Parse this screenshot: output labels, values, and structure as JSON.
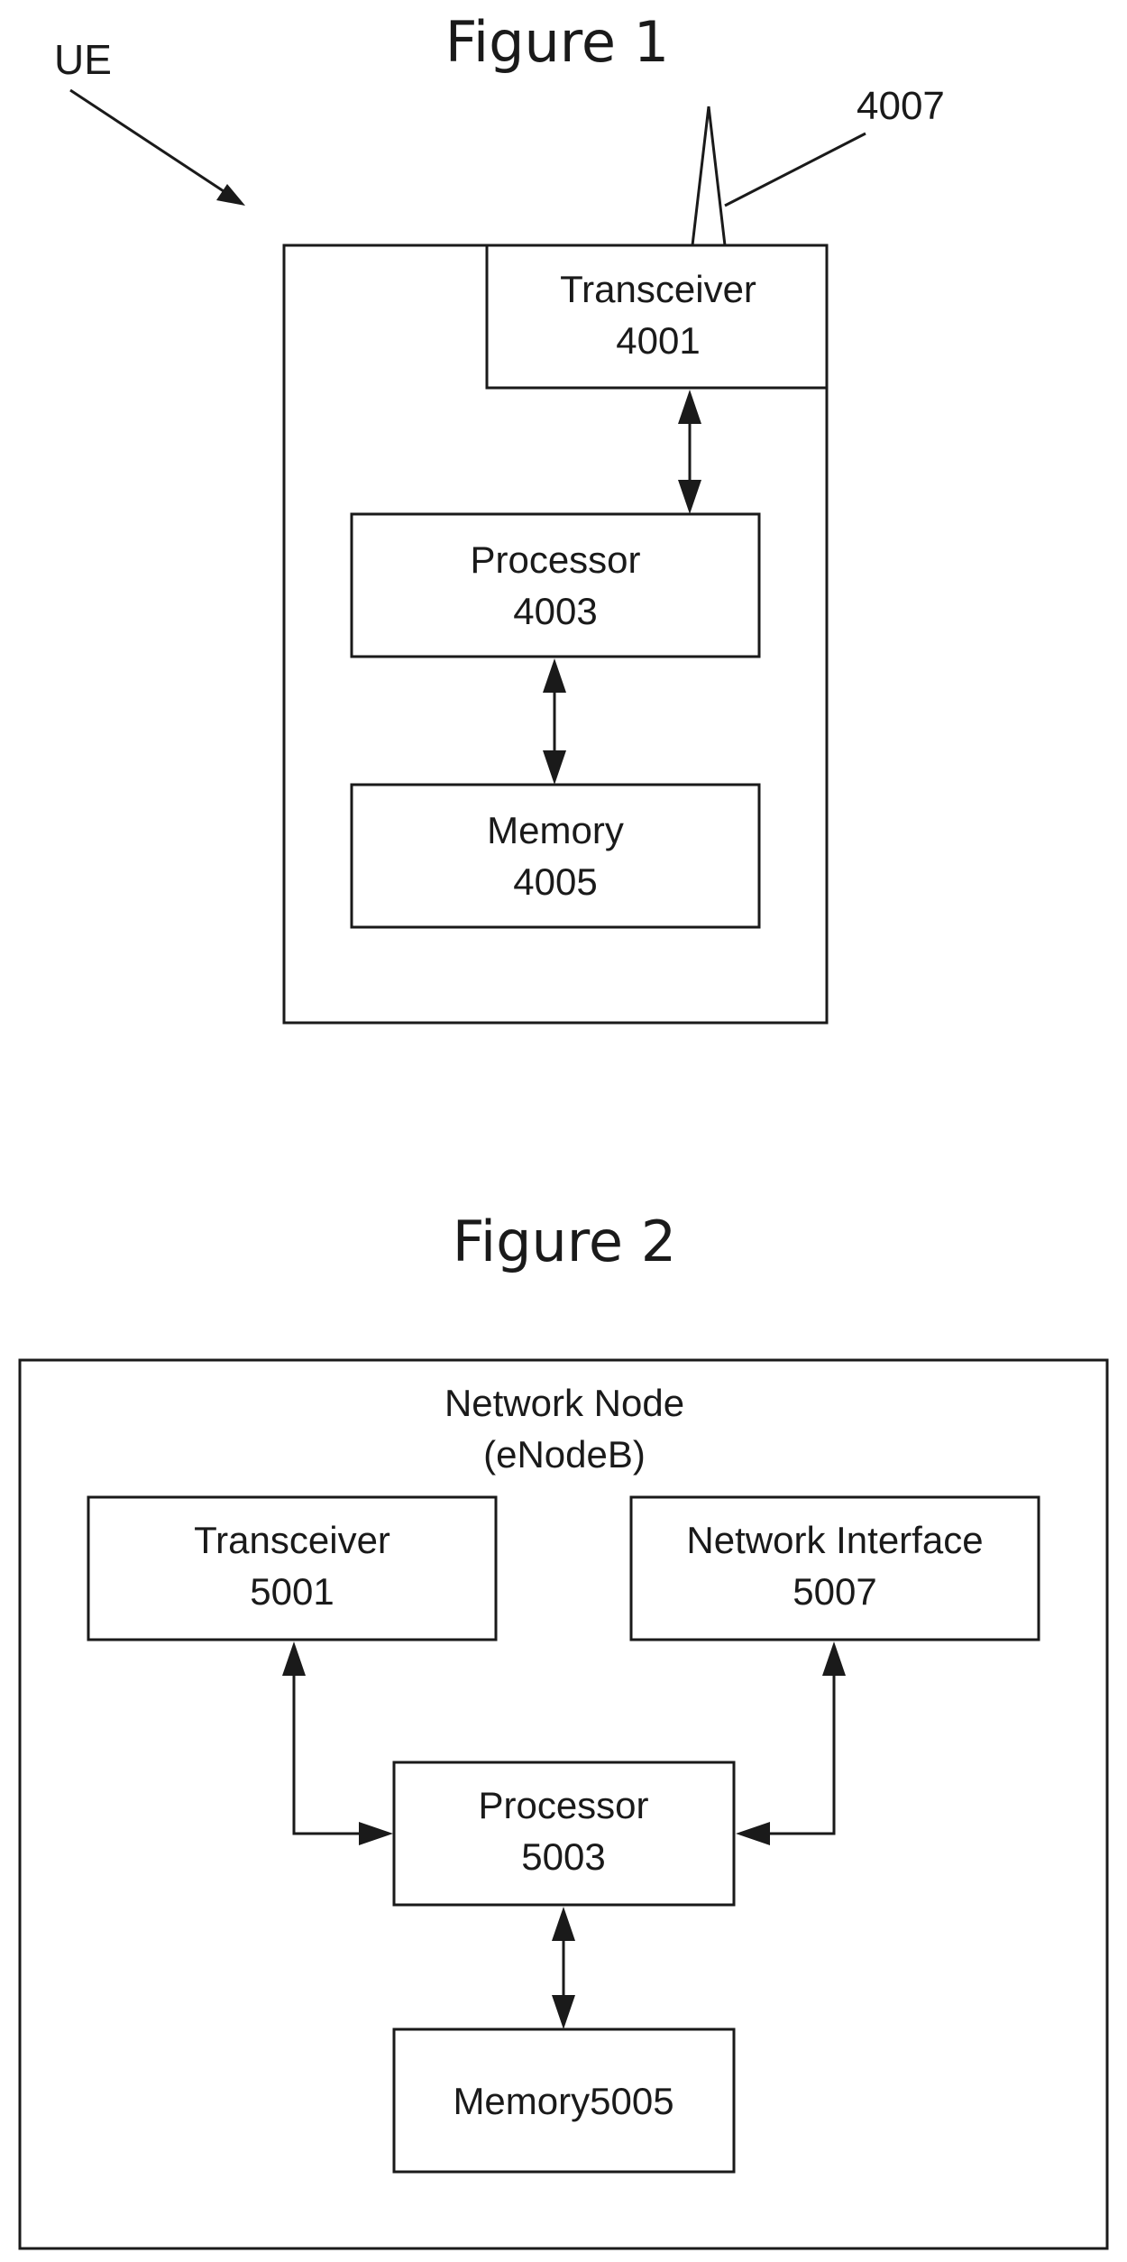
{
  "figure1": {
    "title": "Figure 1",
    "ue_label": "UE",
    "antenna_label": "4007",
    "transceiver": {
      "name": "Transceiver",
      "number": "4001"
    },
    "processor": {
      "name": "Processor",
      "number": "4003"
    },
    "memory": {
      "name": "Memory",
      "number": "4005"
    }
  },
  "figure2": {
    "title": "Figure 2",
    "node_name": "Network Node",
    "node_subtitle": "(eNodeB)",
    "transceiver": {
      "name": "Transceiver",
      "number": "5001"
    },
    "network_interface": {
      "name": "Network Interface",
      "number": "5007"
    },
    "processor": {
      "name": "Processor",
      "number": "5003"
    },
    "memory": {
      "name": "Memory5005"
    }
  },
  "colors": {
    "line": "#1a1a1a",
    "background": "#ffffff"
  }
}
